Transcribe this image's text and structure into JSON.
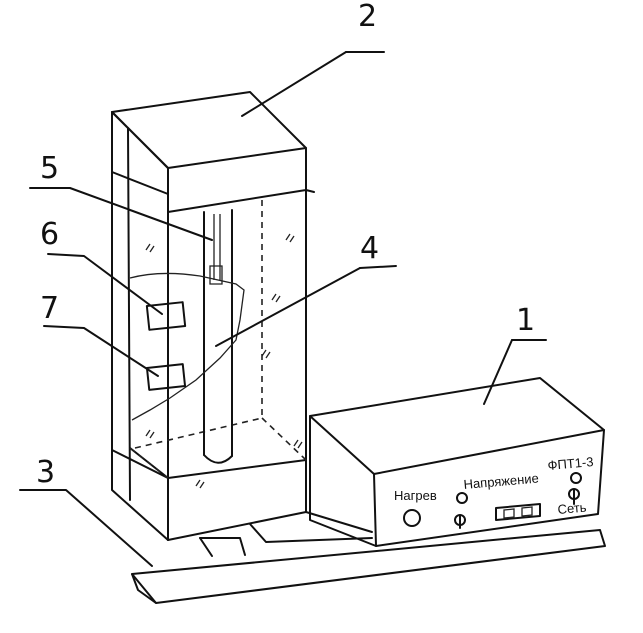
{
  "callouts": {
    "n1": "1",
    "n2": "2",
    "n3": "3",
    "n4": "4",
    "n5": "5",
    "n6": "6",
    "n7": "7"
  },
  "panel": {
    "heat_label": "Нагрев",
    "voltage_label": "Напряжение",
    "model_label": "ФПТ1-3",
    "mains_label": "Сеть"
  }
}
